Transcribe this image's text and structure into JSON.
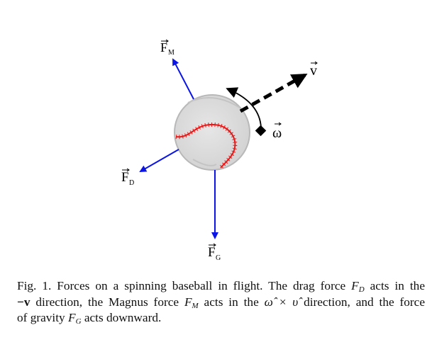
{
  "figure": {
    "labels": {
      "magnus": {
        "symbol": "F",
        "sub": "M"
      },
      "drag": {
        "symbol": "F",
        "sub": "D"
      },
      "gravity": {
        "symbol": "F",
        "sub": "G"
      },
      "velocity": {
        "symbol": "v"
      },
      "spin": {
        "symbol": "ω"
      }
    },
    "colors": {
      "force_arrow": "#0a14e6",
      "ball": "#dcdcdc",
      "stitches": "#e81818",
      "velocity": "#000000"
    }
  },
  "caption": {
    "l1a": "Fig. 1. Forces on a spinning baseball in flight. The drag force ",
    "fd": "F",
    "fd_sub": "D",
    "l1b": " acts in the",
    "l2a": "−",
    "l2v": "v",
    "l2b": " direction, the Magnus force ",
    "fm": "F",
    "fm_sub": "M",
    "l2c": " acts in the ",
    "l2d": "ω̂ × υ̂",
    "l2e": " direction, and the force",
    "l3a": "of gravity ",
    "fg": "F",
    "fg_sub": "G",
    "l3b": " acts downward."
  }
}
